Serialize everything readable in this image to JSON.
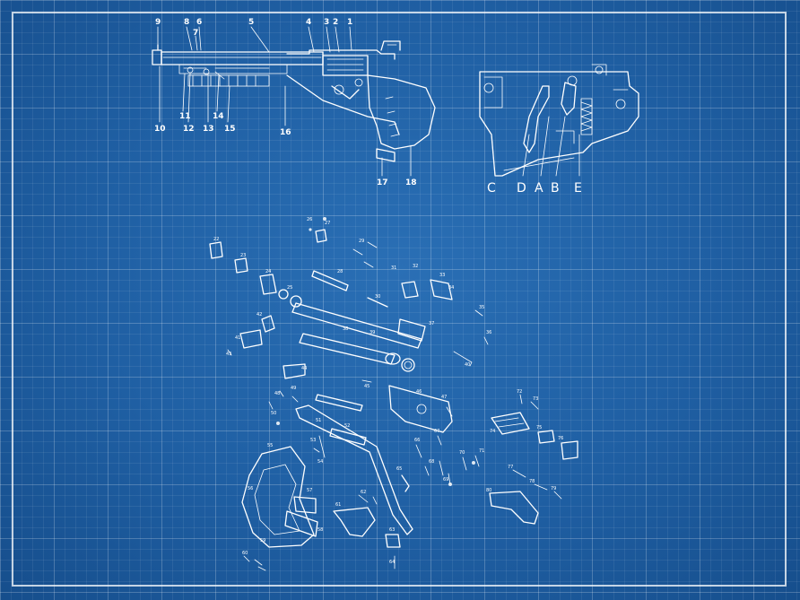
{
  "colors": {
    "paper": "#1f5fa3",
    "line": "#ffffff"
  },
  "side_view_callouts": {
    "top": [
      "9",
      "8",
      "6",
      "7",
      "5",
      "4",
      "3",
      "2",
      "1"
    ],
    "bottom": [
      "10",
      "11",
      "12",
      "13",
      "14",
      "15",
      "16",
      "17",
      "18"
    ]
  },
  "trigger_view_callouts": [
    "C",
    "D",
    "A",
    "B",
    "E"
  ],
  "exploded_view_labels": [
    "22",
    "23",
    "24",
    "25",
    "26",
    "27",
    "28",
    "29",
    "30",
    "31",
    "32",
    "33",
    "34",
    "35",
    "36",
    "37",
    "38",
    "39",
    "40",
    "41",
    "42",
    "43",
    "44",
    "45",
    "46",
    "47",
    "48",
    "49",
    "50",
    "51",
    "52",
    "53",
    "54",
    "55",
    "56",
    "57",
    "58",
    "59",
    "60",
    "61",
    "62",
    "63",
    "64",
    "65",
    "66",
    "67",
    "68",
    "69",
    "70",
    "71",
    "72",
    "73",
    "74",
    "75",
    "76",
    "77",
    "78",
    "79",
    "80"
  ]
}
